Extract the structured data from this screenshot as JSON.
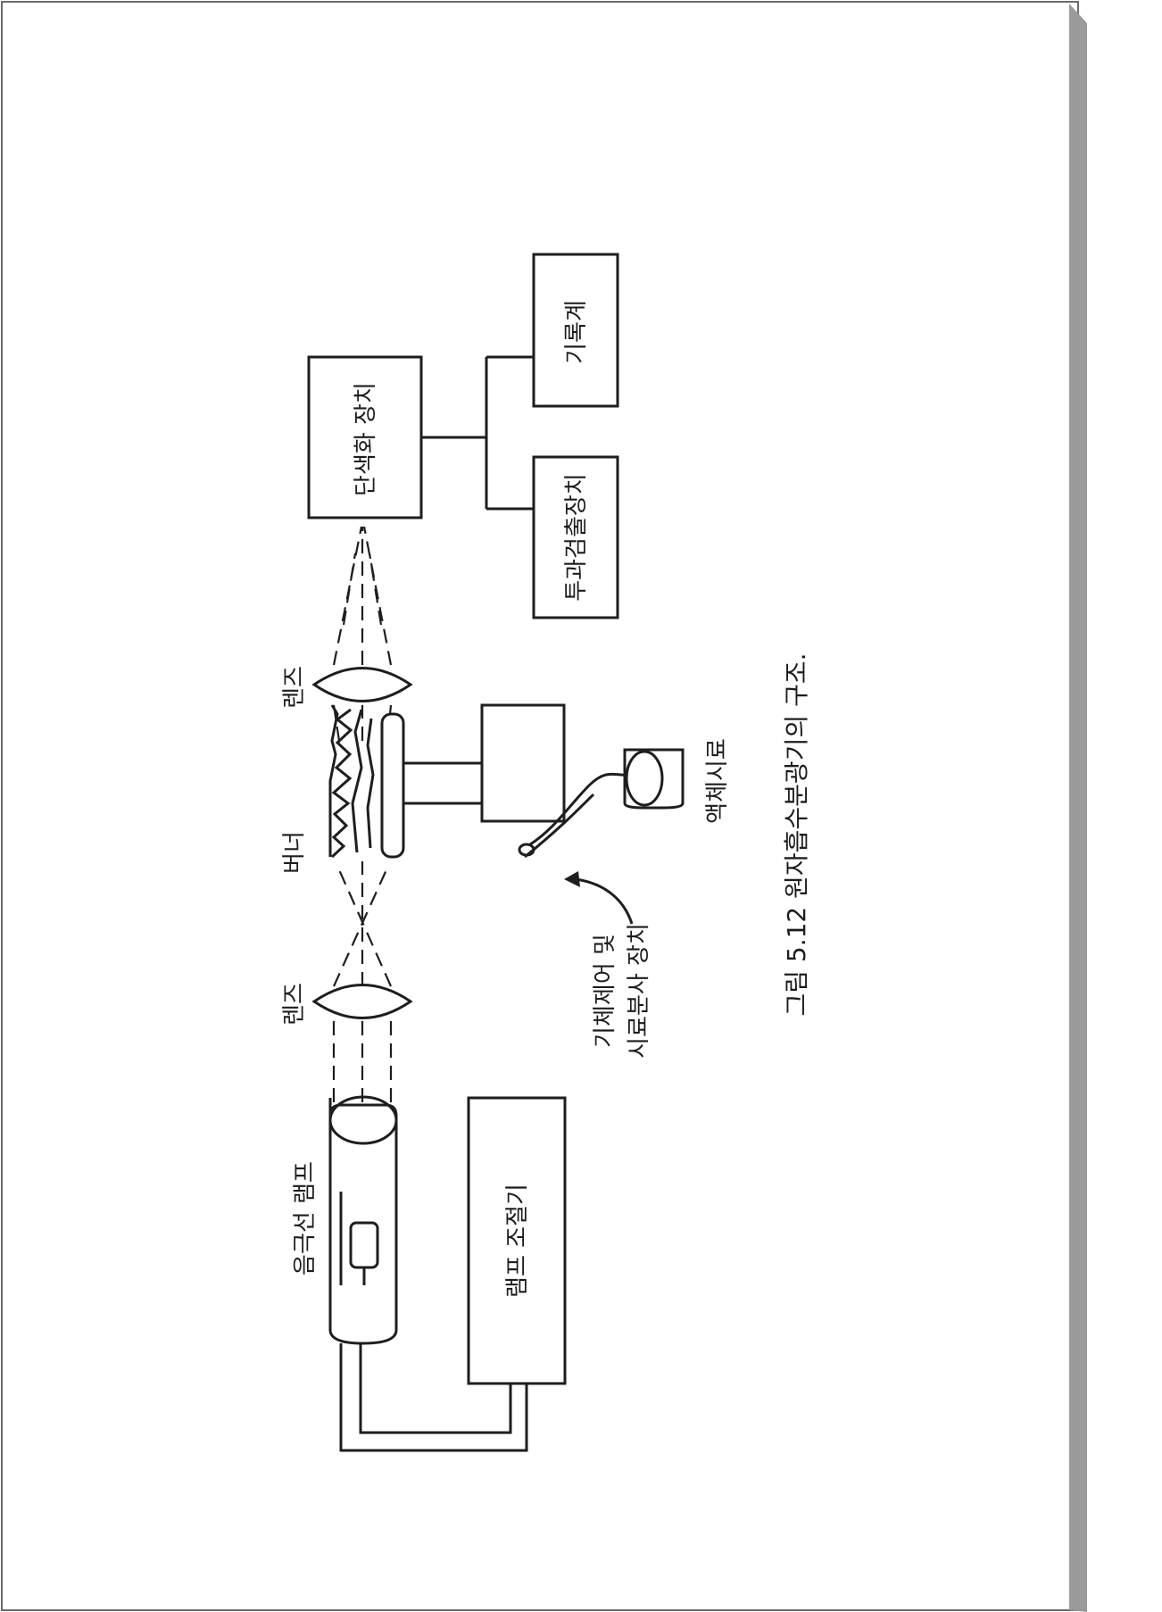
{
  "figure": {
    "caption": "그림 5.12  원자흡수분광기의 구조.",
    "labels": {
      "hollow_cathode_lamp": "음극선 램프",
      "lens_left": "렌즈",
      "burner": "버너",
      "lens_right": "렌즈",
      "monochromator": "단색화 장치",
      "detector": "투과검출장치",
      "recorder": "기록계",
      "lamp_controller": "램프 조절기",
      "gas_control_line1": "기체제어 및",
      "gas_control_line2": "시료분사 장치",
      "liquid_sample": "액체시료"
    }
  }
}
